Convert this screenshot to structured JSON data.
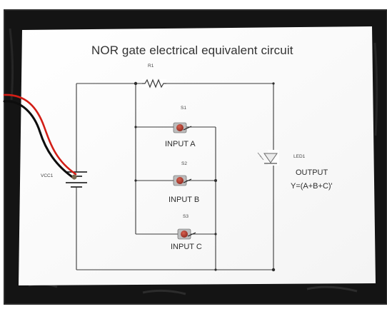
{
  "title": "NOR gate electrical equivalent circuit",
  "components": {
    "resistor": "R1",
    "switch1": "S1",
    "switch2": "S2",
    "switch3": "S3",
    "supply": "VCC1",
    "led": "LED1"
  },
  "inputs": {
    "a": "INPUT A",
    "b": "INPUT B",
    "c": "INPUT C"
  },
  "output": {
    "label": "OUTPUT",
    "formula": "Y=(A+B+C)'"
  }
}
